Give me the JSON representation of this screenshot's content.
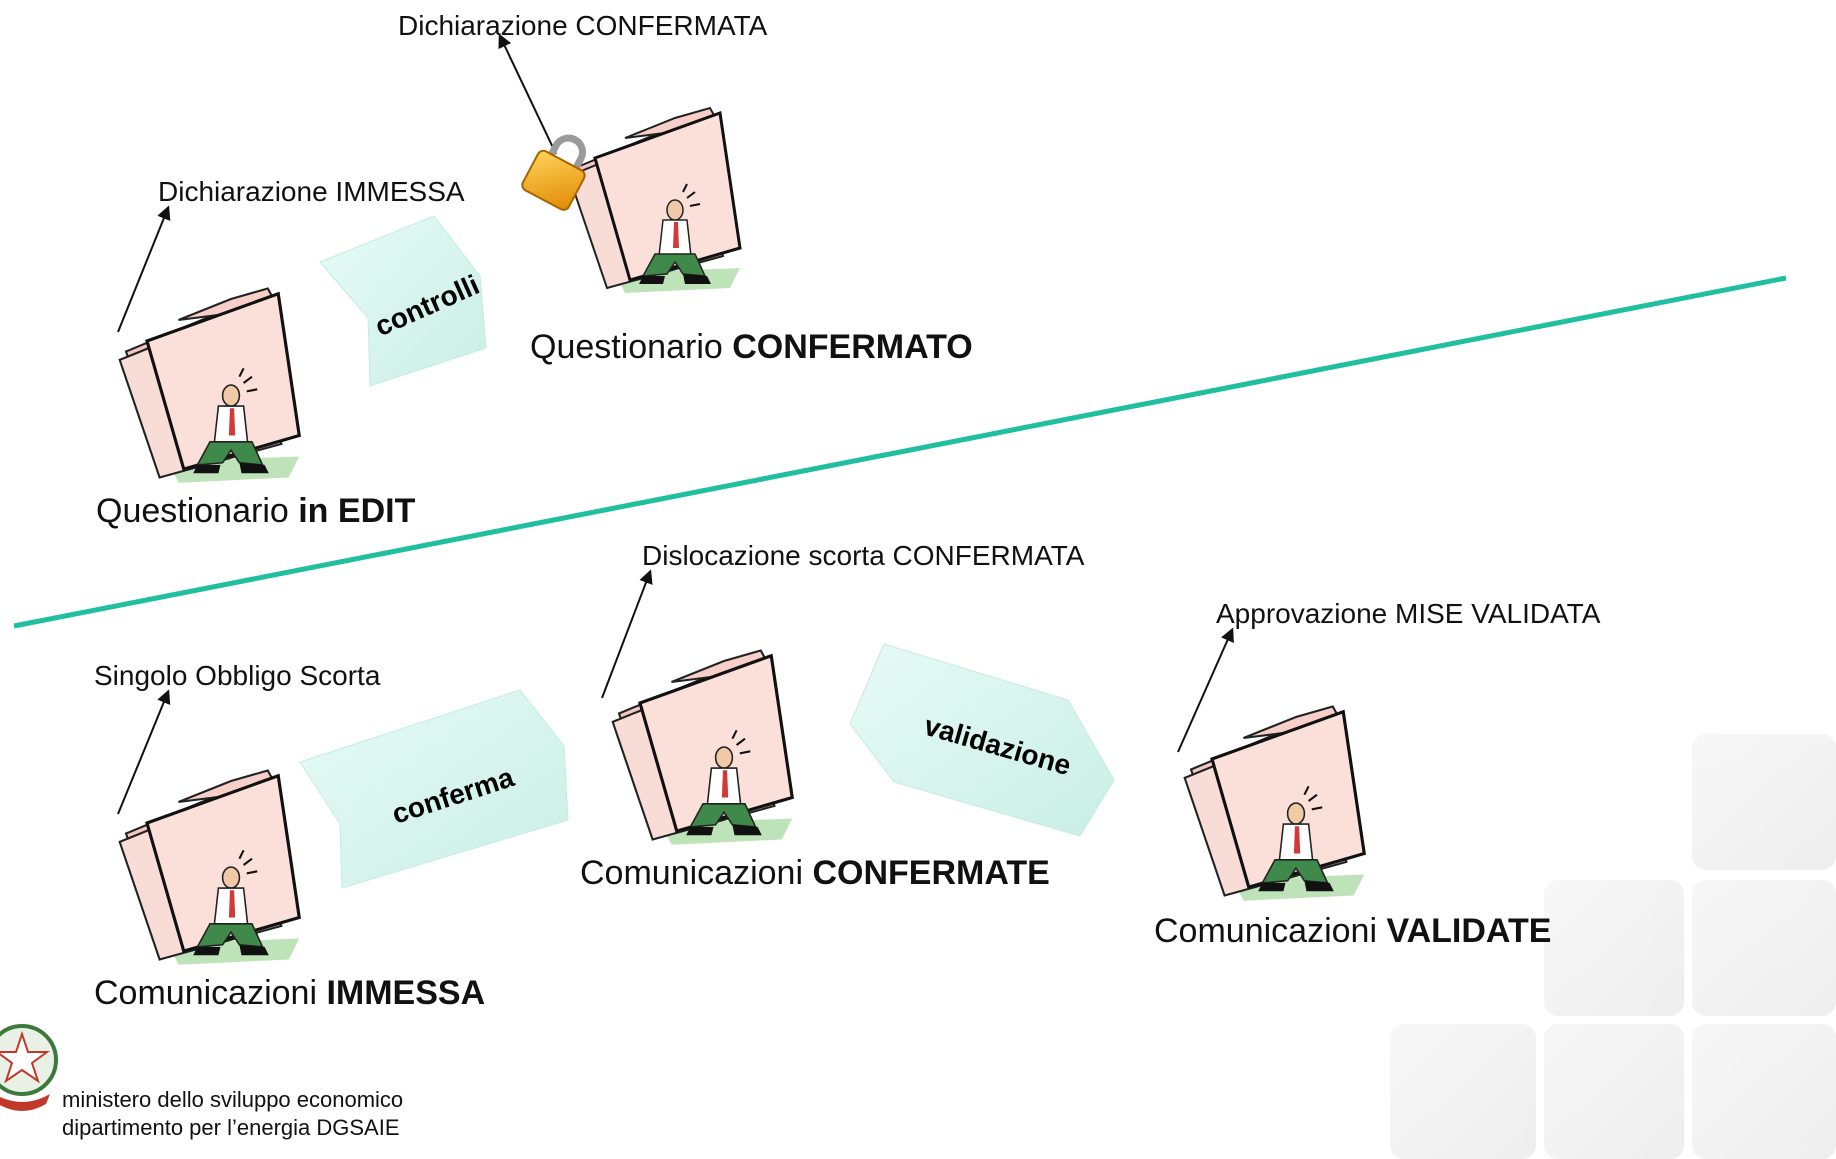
{
  "annotations": {
    "dich_confermata": "Dichiarazione CONFERMATA",
    "dich_immessa": "Dichiarazione IMMESSA",
    "disloc_confermata": "Dislocazione scorta CONFERMATA",
    "approvazione_validata": "Approvazione MISE VALIDATA",
    "singolo_obbligo": "Singolo Obbligo Scorta"
  },
  "states": {
    "questionario_edit": {
      "prefix": "Questionario ",
      "bold": "in EDIT"
    },
    "questionario_confermato": {
      "prefix": "Questionario ",
      "bold": "CONFERMATO"
    },
    "comunicazioni_immessa": {
      "prefix": "Comunicazioni ",
      "bold": "IMMESSA"
    },
    "comunicazioni_confermate": {
      "prefix": "Comunicazioni ",
      "bold": "CONFERMATE"
    },
    "comunicazioni_validate": {
      "prefix": "Comunicazioni ",
      "bold": "VALIDATE"
    }
  },
  "transitions": {
    "controlli": "controlli",
    "conferma": "conferma",
    "validazione": "validazione"
  },
  "footer": {
    "line1": "ministero dello sviluppo economico",
    "line2": "dipartimento per l’energia DGSAIE"
  },
  "colors": {
    "divider": "#1fbf9f",
    "arrow_fill": "#d5f4ee",
    "folder": "#f8d9d4",
    "lock": "#f1a21b"
  }
}
